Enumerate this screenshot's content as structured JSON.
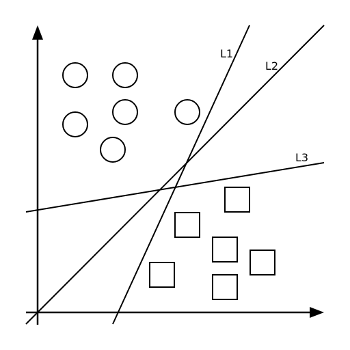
{
  "colors": {
    "stroke": "#000000",
    "background": "#ffffff"
  },
  "lines": [
    {
      "id": "l1",
      "label": "L1"
    },
    {
      "id": "l2",
      "label": "L2"
    },
    {
      "id": "l3",
      "label": "L3"
    }
  ],
  "class_a": {
    "shape": "circle",
    "count": 6
  },
  "class_b": {
    "shape": "square",
    "count": 6
  }
}
